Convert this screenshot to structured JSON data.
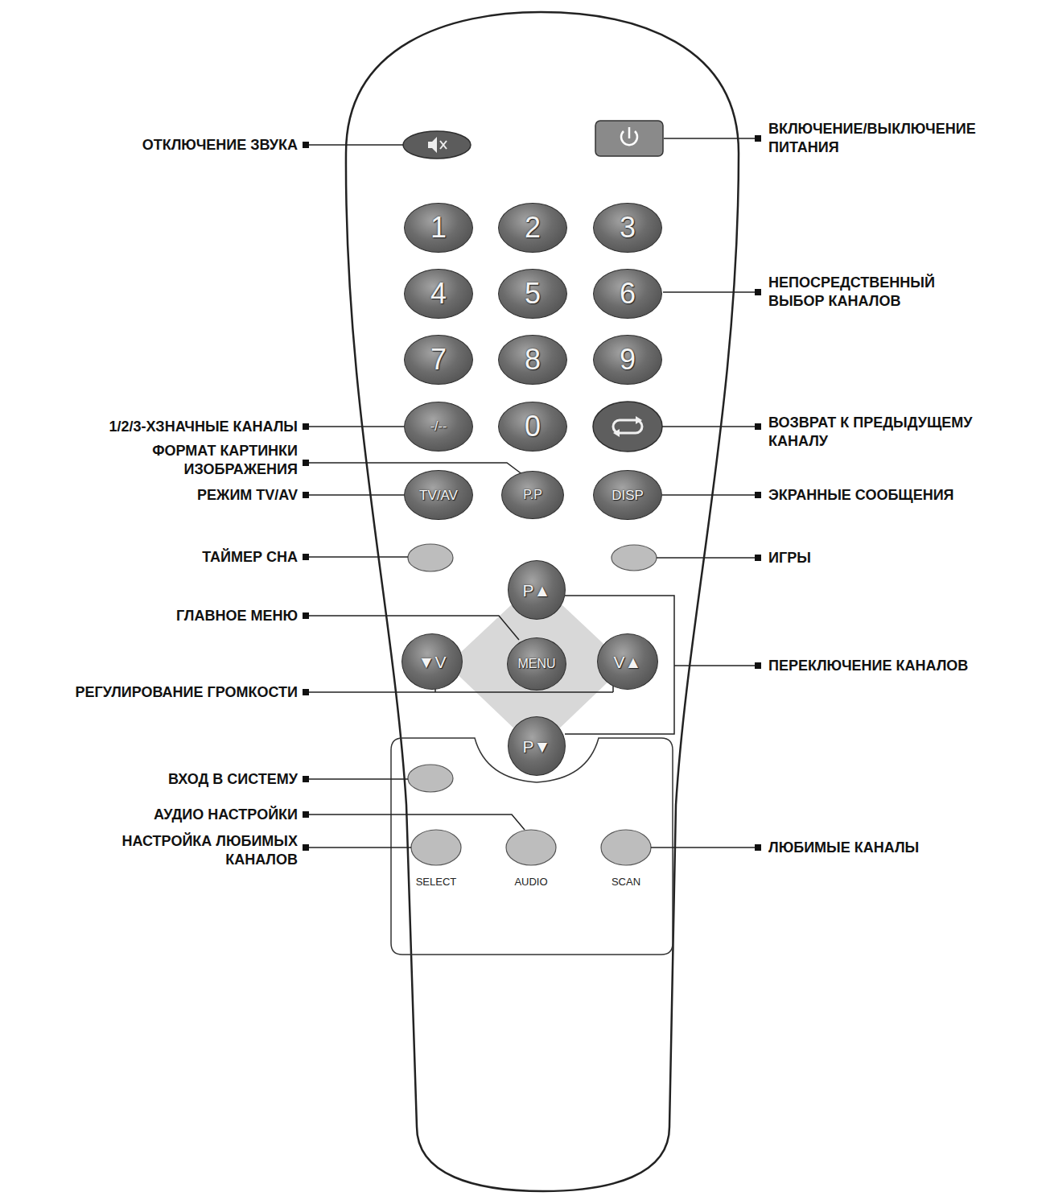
{
  "diagram": {
    "nodes": [
      {
        "text": [
          "1"
        ]
      },
      {
        "text": [
          "2"
        ]
      },
      {
        "text": [
          "3"
        ]
      },
      {
        "text": [
          "4"
        ]
      },
      {
        "text": [
          "5"
        ]
      },
      {
        "text": [
          "6"
        ]
      },
      {
        "text": [
          "7"
        ]
      },
      {
        "text": [
          "8"
        ]
      },
      {
        "text": [
          "9"
        ]
      },
      {
        "text": [
          "-/--"
        ]
      },
      {
        "text": [
          "0"
        ]
      },
      {
        "text": [
          "TV/AV"
        ]
      },
      {
        "text": [
          "P.P"
        ]
      },
      {
        "text": [
          "DISP"
        ]
      },
      {
        "text": [
          "P▲"
        ]
      },
      {
        "text": [
          "▼V"
        ]
      },
      {
        "text": [
          "MENU"
        ]
      },
      {
        "text": [
          "V▲"
        ]
      },
      {
        "text": [
          "P▼"
        ]
      }
    ],
    "labels": [
      "ОТКЛЮЧЕНИЕ ЗВУКА",
      "ВКЛЮЧЕНИЕ/ВЫКЛЮЧЕНИЕ ПИТАНИЯ",
      "НЕПОСРЕДСТВЕННЫЙ ВЫБОР КАНАЛОВ",
      "1/2/3-ХЗНАЧНЫЕ КАНАЛЫ",
      "ВОЗВРАТ К ПРЕДЫДУЩЕМУ КАНАЛУ",
      "ФОРМАТ КАРТИНКИ ИЗОБРАЖЕНИЯ",
      "РЕЖИМ TV/AV",
      "ЭКРАННЫЕ СООБЩЕНИЯ",
      "ТАЙМЕР СНА",
      "ИГРЫ",
      "ГЛАВНОЕ МЕНЮ",
      "ПЕРЕКЛЮЧЕНИЕ КАНАЛОВ",
      "РЕГУЛИРОВАНИЕ ГРОМКОСТИ",
      "ВХОД В СИСТЕМУ",
      "АУДИО НАСТРОЙКИ",
      "НАСТРОЙКА ЛЮБИМЫХ КАНАЛОВ",
      "ЛЮБИМЫЕ КАНАЛЫ",
      "SELECT",
      "AUDIO",
      "SCAN"
    ]
  }
}
